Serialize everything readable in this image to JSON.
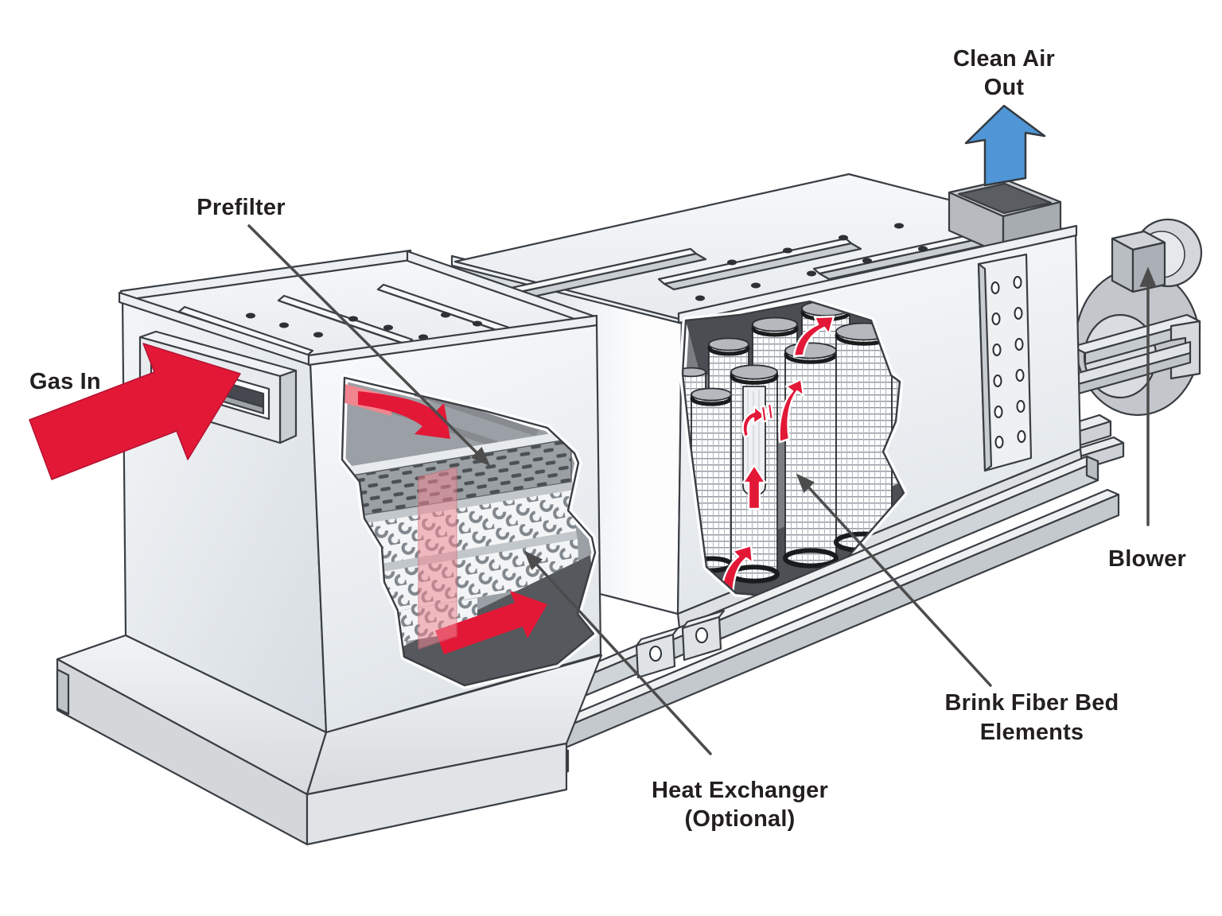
{
  "diagram": {
    "title_hint": "industrial gas filtration unit cutaway",
    "labels": {
      "gas_in": "Gas In",
      "prefilter": "Prefilter",
      "clean_air_line1": "Clean Air",
      "clean_air_line2": "Out",
      "blower": "Blower",
      "brink_line1": "Brink Fiber Bed",
      "brink_line2": "Elements",
      "heat_line1": "Heat Exchanger",
      "heat_line2": "(Optional)"
    },
    "colors": {
      "flow_red": "#e31837",
      "flow_red_dark": "#b31232",
      "flow_blue": "#5096d6",
      "outline": "#3a3e43",
      "leader": "#4c4c4c",
      "text": "#231f20"
    }
  }
}
